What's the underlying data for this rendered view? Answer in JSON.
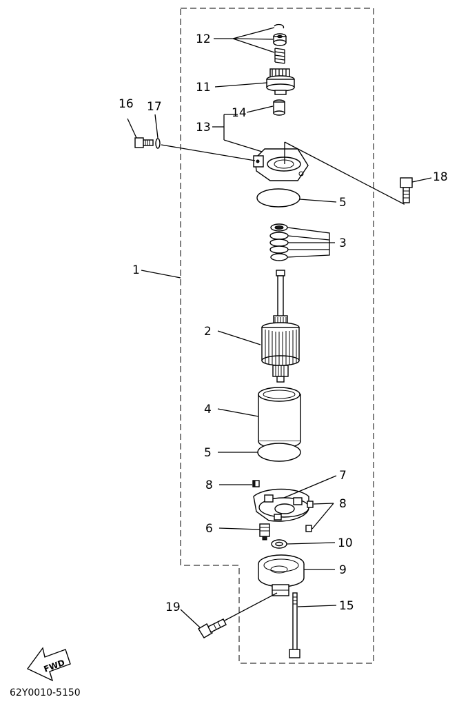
{
  "callouts": {
    "c1": "1",
    "c2": "2",
    "c3": "3",
    "c4": "4",
    "c5a": "5",
    "c5b": "5",
    "c6": "6",
    "c7": "7",
    "c8a": "8",
    "c8b": "8",
    "c9": "9",
    "c10": "10",
    "c11": "11",
    "c12": "12",
    "c13": "13",
    "c14": "14",
    "c15": "15",
    "c16": "16",
    "c17": "17",
    "c18": "18",
    "c19": "19"
  },
  "fwd_label": "FWD",
  "drawing_code": "62Y0010-5150"
}
